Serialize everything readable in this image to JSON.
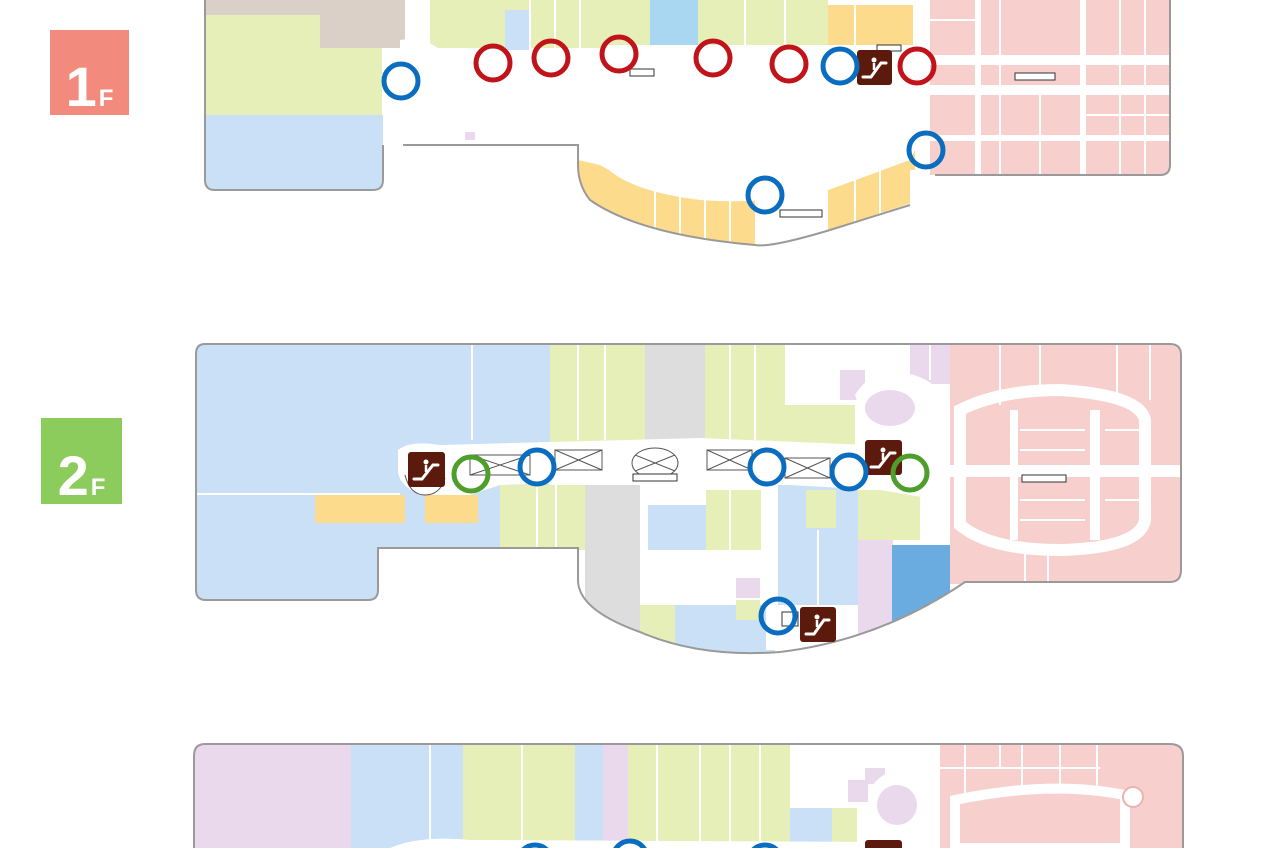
{
  "floors": [
    {
      "number": "1",
      "suffix": "F",
      "color": "#f28b7e"
    },
    {
      "number": "2",
      "suffix": "F",
      "color": "#8ccc5c"
    }
  ],
  "zone_colors": {
    "green": "#e6efb8",
    "blue": "#c9e0f6",
    "pink": "#f7d0cd",
    "orange": "#fcdc8c",
    "gray": "#dddddd",
    "lavender": "#ead9ec",
    "tan": "#dbd0c8",
    "sky": "#a9d6f0",
    "strong_blue": "#6aabe0",
    "escalator": "#5c1a0c"
  },
  "marker_colors": {
    "red": "#c0141a",
    "blue": "#0a6dbf",
    "green": "#4e9e2c"
  },
  "icons": {
    "escalator": "escalator-icon",
    "stairs": "stairs-icon",
    "elevator": "elevator-icon"
  }
}
